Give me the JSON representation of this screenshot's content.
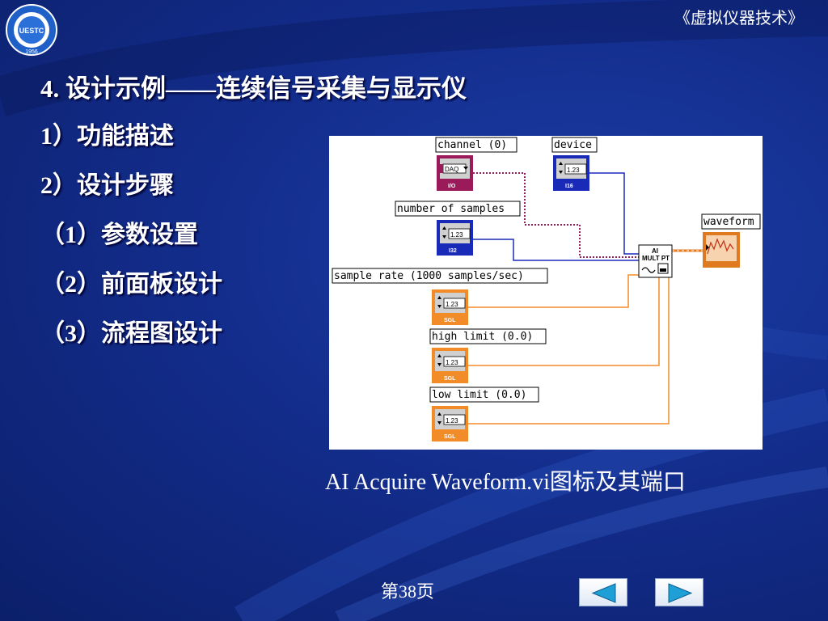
{
  "header": {
    "course_title": "《虚拟仪器技术》"
  },
  "logo": {
    "text": "UESTC",
    "year": "1956"
  },
  "slide": {
    "heading": "4. 设计示例——连续信号采集与显示仪",
    "outline": [
      "1）功能描述",
      "2）设计步骤",
      "（1）参数设置",
      "（2）前面板设计",
      "（3）流程图设计"
    ]
  },
  "diagram": {
    "labels": {
      "channel": "channel (0)",
      "device": "device",
      "samples": "number of samples",
      "rate": "sample rate (1000 samples/sec)",
      "high": "high limit (0.0)",
      "low": "low limit (0.0)",
      "waveform": "waveform"
    },
    "terminals": {
      "daq": "DAQ",
      "num": "1.23",
      "io_tag": "I/O",
      "i16_tag": "I16",
      "i32_tag": "I32",
      "sgl_tag": "SGL"
    },
    "vi": {
      "line1": "AI",
      "line2": "MULT PT"
    },
    "colors": {
      "io_wire": "#9a1a5a",
      "int_wire": "#1a2ab8",
      "float_wire": "#f28c28",
      "waveform_wire": "#e07a20"
    }
  },
  "caption": "AI Acquire Waveform.vi图标及其端口",
  "footer": {
    "page_label": "第38页"
  },
  "nav": {
    "prev_icon": "triangle-left-icon",
    "next_icon": "triangle-right-icon"
  }
}
